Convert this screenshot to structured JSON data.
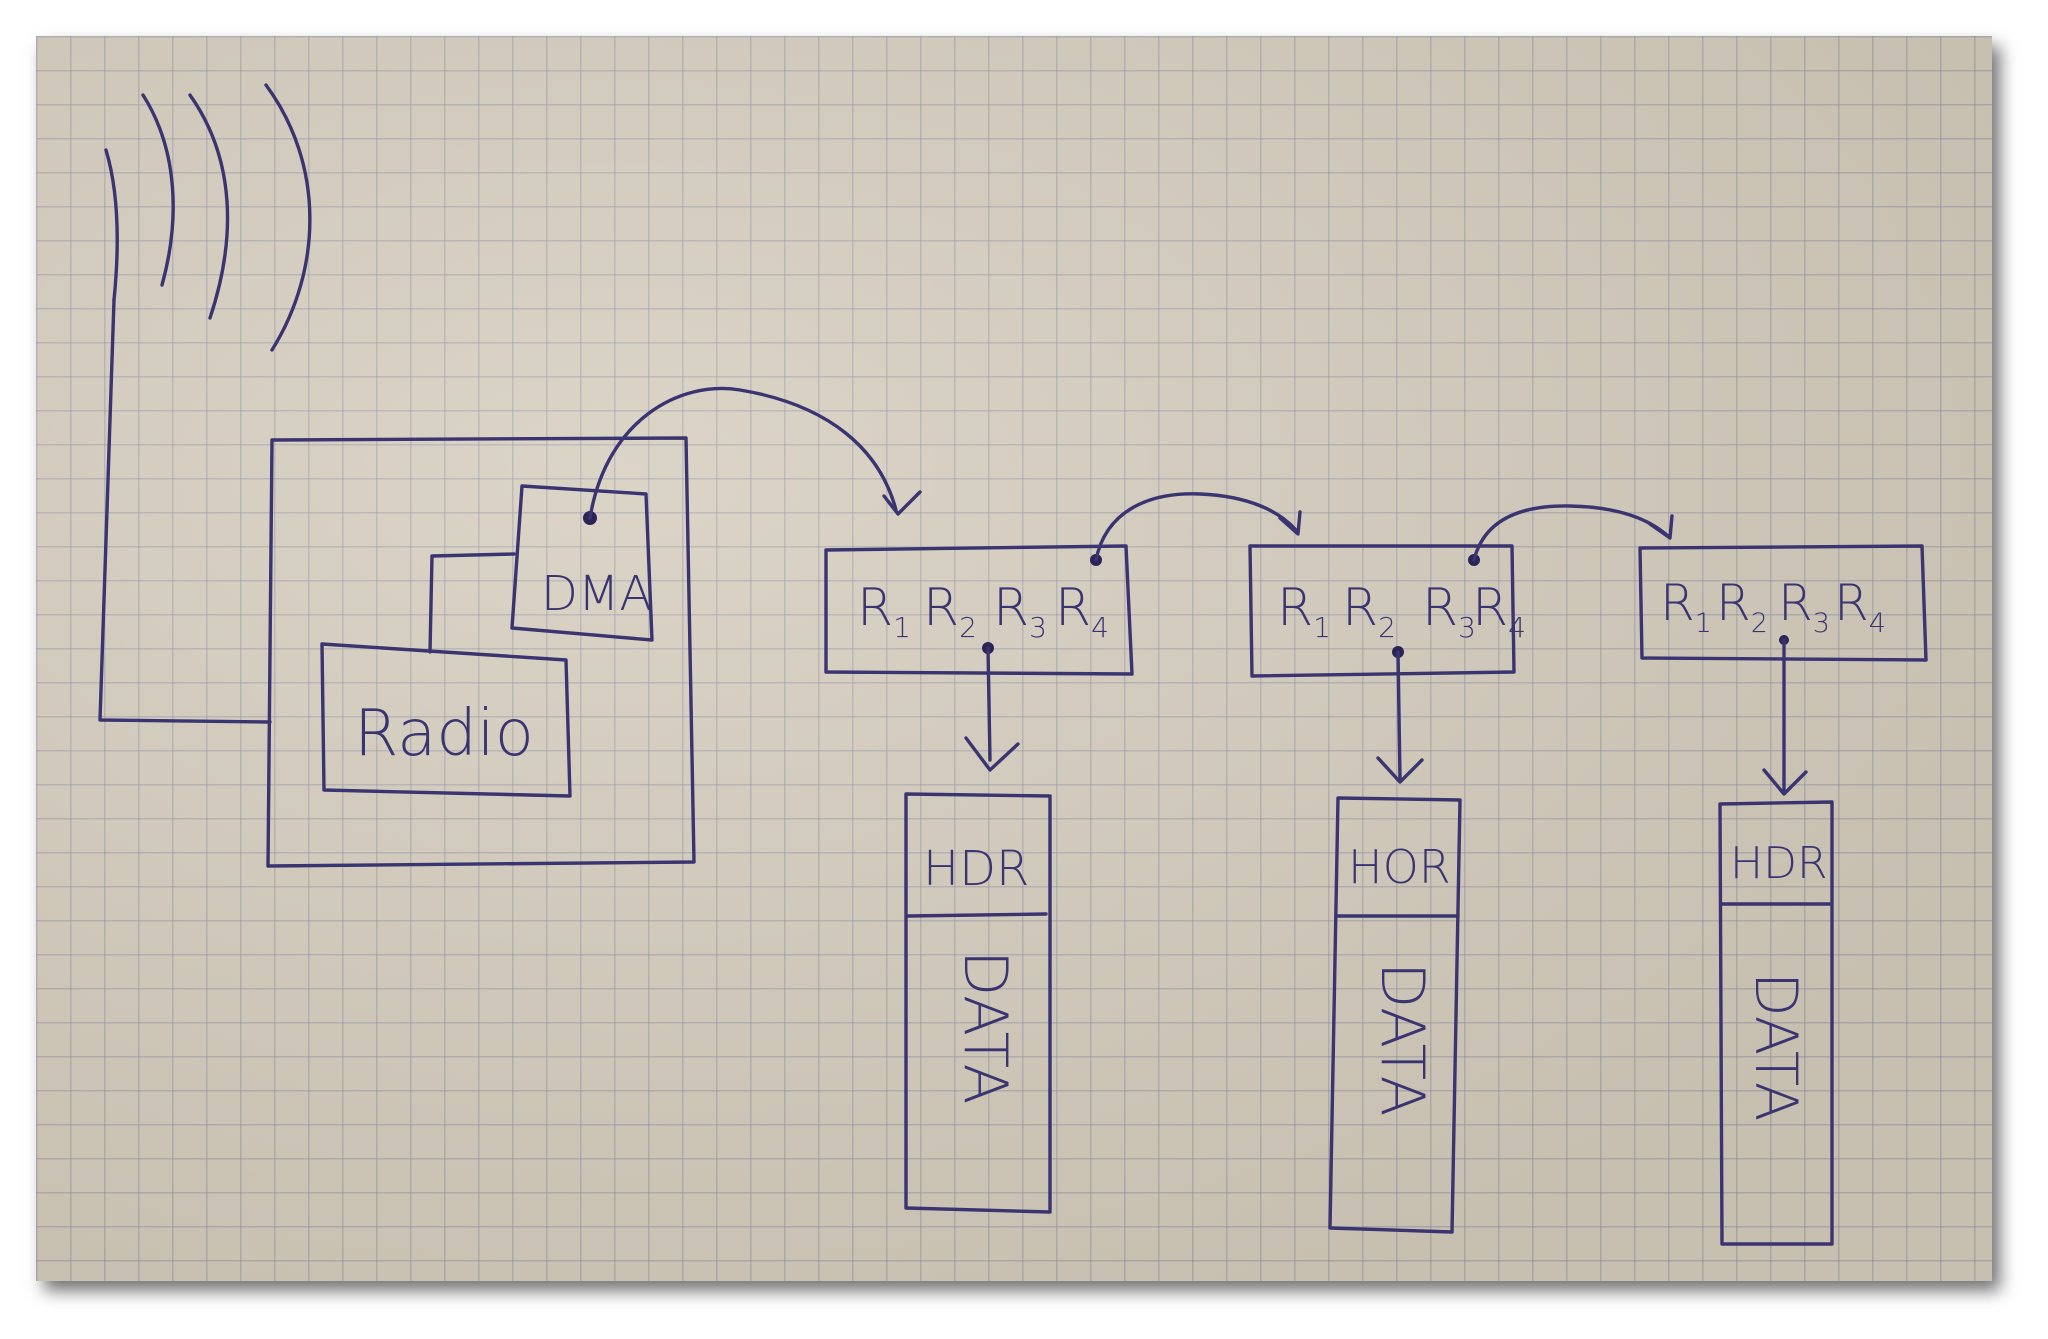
{
  "labels": {
    "dma": "DMA",
    "radio": "Radio",
    "hdr": "HDR",
    "hor": "HOR",
    "data": "DATA",
    "r": "R",
    "sub1": "1",
    "sub2": "2",
    "sub3": "3",
    "sub4": "4"
  },
  "colors": {
    "ink": "#3a3470",
    "paper": "#d3cbbb",
    "grid": "#8c8ca0"
  },
  "icons": {
    "antenna": "antenna-waves-icon"
  }
}
